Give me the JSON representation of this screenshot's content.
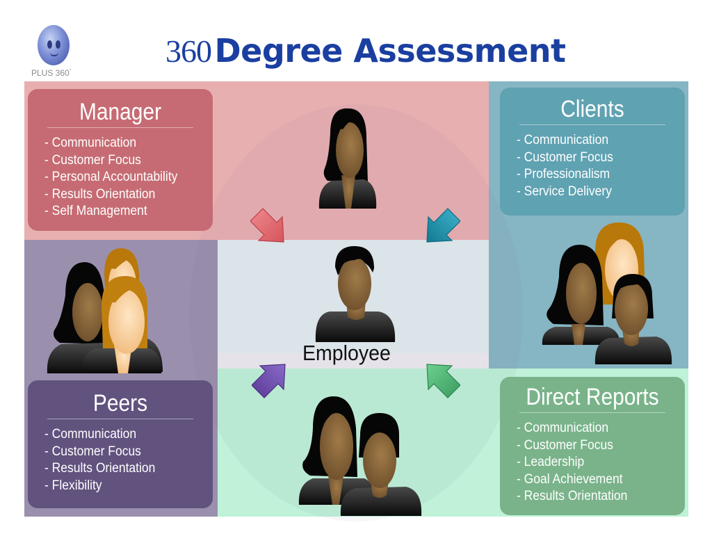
{
  "logo": {
    "text": "PLUS 360",
    "mark": "°",
    "icon": "smiling-face-logo-icon"
  },
  "title": {
    "number": "360",
    "main": "Degree Assessment"
  },
  "center": {
    "label": "Employee"
  },
  "groups": {
    "manager": {
      "title": "Manager",
      "color": "#c66b73",
      "region_color": "#e8afb1",
      "items": [
        "- Communication",
        "- Customer Focus",
        "- Personal Accountability",
        "- Results Orientation",
        "- Self Management"
      ]
    },
    "clients": {
      "title": "Clients",
      "color": "#5fa2b2",
      "region_color": "#86b5c3",
      "items": [
        "- Communication",
        "- Customer Focus",
        "- Professionalism",
        "- Service Delivery"
      ]
    },
    "peers": {
      "title": "Peers",
      "color": "#62527e",
      "region_color": "#9b8fae",
      "items": [
        "- Communication",
        "- Customer Focus",
        "- Results Orientation",
        "- Flexibility"
      ]
    },
    "direct_reports": {
      "title": "Direct Reports",
      "color": "#7ab38a",
      "region_color": "#bff2d8",
      "items": [
        "- Communication",
        "- Customer Focus",
        "- Leadership",
        "- Goal Achievement",
        "- Results Orientation"
      ]
    }
  },
  "arrows": {
    "manager": {
      "color": "#e0686e",
      "direction": "down-right"
    },
    "clients": {
      "color": "#1e8ea8",
      "direction": "down-left"
    },
    "peers": {
      "color": "#6b4aa8",
      "direction": "up-right"
    },
    "direct_reports": {
      "color": "#4cae70",
      "direction": "up-left"
    }
  },
  "title_color": "#1a3fa0"
}
